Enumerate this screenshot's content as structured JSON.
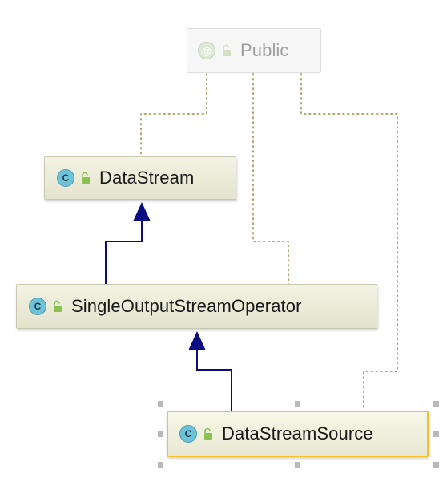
{
  "diagram": {
    "nodes": {
      "public": {
        "icon": "annotation-icon",
        "icon_glyph": "@",
        "visibility_icon": "unlocked-icon",
        "label": "Public"
      },
      "datastream": {
        "icon": "class-icon",
        "icon_glyph": "C",
        "visibility_icon": "unlocked-icon",
        "label": "DataStream"
      },
      "single_output": {
        "icon": "class-icon",
        "icon_glyph": "C",
        "visibility_icon": "unlocked-icon",
        "label": "SingleOutputStreamOperator"
      },
      "source": {
        "icon": "class-icon",
        "icon_glyph": "C",
        "visibility_icon": "unlocked-icon",
        "label": "DataStreamSource",
        "selected": true
      }
    },
    "edges": [
      {
        "from": "single_output",
        "to": "datastream",
        "kind": "extends"
      },
      {
        "from": "source",
        "to": "single_output",
        "kind": "extends"
      },
      {
        "from": "datastream",
        "to": "public",
        "kind": "annotated"
      },
      {
        "from": "single_output",
        "to": "public",
        "kind": "annotated"
      },
      {
        "from": "source",
        "to": "public",
        "kind": "annotated"
      }
    ],
    "colors": {
      "inheritance_edge": "#0c0c82",
      "annotation_edge": "#b6a874",
      "class_icon": "#6fc1d8",
      "unlocked_icon": "#8cc152",
      "selection_border": "#f5c02a",
      "node_fill": "#e9e9d6"
    }
  }
}
